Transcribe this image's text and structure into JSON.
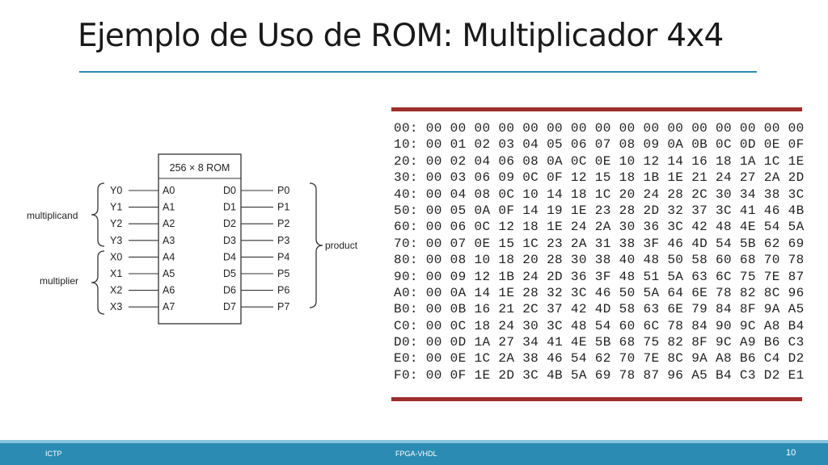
{
  "title": "Ejemplo de Uso de ROM: Multiplicador 4x4",
  "diagram": {
    "rom_label": "256 × 8 ROM",
    "inputs": [
      "Y0",
      "Y1",
      "Y2",
      "Y3",
      "X0",
      "X1",
      "X2",
      "X3"
    ],
    "addresses": [
      "A0",
      "A1",
      "A2",
      "A3",
      "A4",
      "A5",
      "A6",
      "A7"
    ],
    "data_pins": [
      "D0",
      "D1",
      "D2",
      "D3",
      "D4",
      "D5",
      "D6",
      "D7"
    ],
    "outputs": [
      "P0",
      "P1",
      "P2",
      "P3",
      "P4",
      "P5",
      "P6",
      "P7"
    ],
    "group_multiplicand": "multiplicand",
    "group_multiplier": "multiplier",
    "group_product": "product"
  },
  "rom_table": [
    "00: 00 00 00 00 00 00 00 00 00 00 00 00 00 00 00 00",
    "10: 00 01 02 03 04 05 06 07 08 09 0A 0B 0C 0D 0E 0F",
    "20: 00 02 04 06 08 0A 0C 0E 10 12 14 16 18 1A 1C 1E",
    "30: 00 03 06 09 0C 0F 12 15 18 1B 1E 21 24 27 2A 2D",
    "40: 00 04 08 0C 10 14 18 1C 20 24 28 2C 30 34 38 3C",
    "50: 00 05 0A 0F 14 19 1E 23 28 2D 32 37 3C 41 46 4B",
    "60: 00 06 0C 12 18 1E 24 2A 30 36 3C 42 48 4E 54 5A",
    "70: 00 07 0E 15 1C 23 2A 31 38 3F 46 4D 54 5B 62 69",
    "80: 00 08 10 18 20 28 30 38 40 48 50 58 60 68 70 78",
    "90: 00 09 12 1B 24 2D 36 3F 48 51 5A 63 6C 75 7E 87",
    "A0: 00 0A 14 1E 28 32 3C 46 50 5A 64 6E 78 82 8C 96",
    "B0: 00 0B 16 21 2C 37 42 4D 58 63 6E 79 84 8F 9A A5",
    "C0: 00 0C 18 24 30 3C 48 54 60 6C 78 84 90 9C A8 B4",
    "D0: 00 0D 1A 27 34 41 4E 5B 68 75 82 8F 9C A9 B6 C3",
    "E0: 00 0E 1C 2A 38 46 54 62 70 7E 8C 9A A8 B6 C4 D2",
    "F0: 00 0F 1E 2D 3C 4B 5A 69 78 87 96 A5 B4 C3 D2 E1"
  ],
  "footer": {
    "left": "ICTP",
    "center": "FPGA-VHDL",
    "page": "10"
  }
}
